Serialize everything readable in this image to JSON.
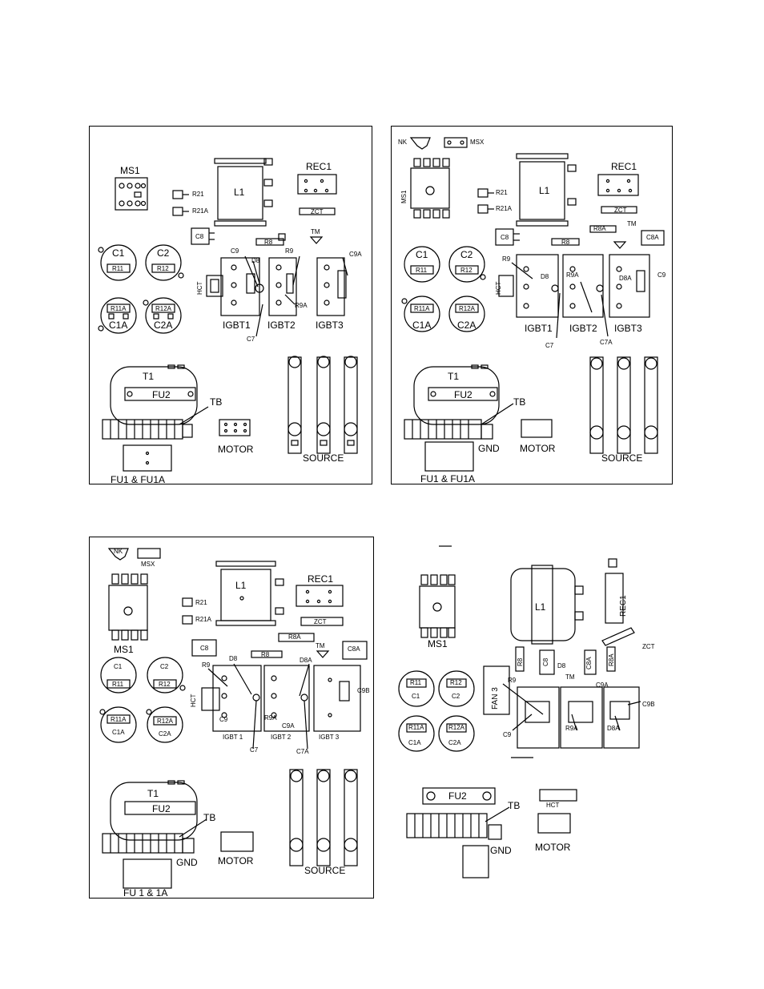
{
  "panel1": {
    "labels": {
      "ms1": "MS1",
      "l1": "L1",
      "rec1": "REC1",
      "zct": "ZCT",
      "r21": "R21",
      "r21a": "R21A",
      "c8": "C8",
      "r8": "R8",
      "tm": "TM",
      "c1": "C1",
      "c2": "C2",
      "r11": "R11",
      "r12": "R12",
      "c1a": "C1A",
      "c2a": "C2A",
      "r11a": "R11A",
      "r12a": "R12A",
      "c9": "C9",
      "d8": "D8",
      "r9": "R9",
      "c9a": "C9A",
      "r9a": "R9A",
      "c7": "C7",
      "hct": "HCT",
      "igbt1": "IGBT1",
      "igbt2": "IGBT2",
      "igbt3": "IGBT3",
      "t1": "T1",
      "fu2": "FU2",
      "tb": "TB",
      "motor": "MOTOR",
      "source": "SOURCE",
      "fu1": "FU1 & FU1A"
    }
  },
  "panel2": {
    "labels": {
      "nk": "NK",
      "msx": "MSX",
      "ms1": "MS1",
      "l1": "L1",
      "rec1": "REC1",
      "zct": "ZCT",
      "r21": "R21",
      "r21a": "R21A",
      "c8": "C8",
      "r8": "R8",
      "r8a": "R8A",
      "tm": "TM",
      "c8a": "C8A",
      "c1": "C1",
      "c2": "C2",
      "r11": "R11",
      "r12": "R12",
      "c1a": "C1A",
      "c2a": "C2A",
      "r11a": "R11A",
      "r12a": "R12A",
      "r9": "R9",
      "d8": "D8",
      "r9a": "R9A",
      "d8a": "D8A",
      "c9": "C9",
      "hct": "HCT",
      "igbt1": "IGBT1",
      "igbt2": "IGBT2",
      "igbt3": "IGBT3",
      "c7": "C7",
      "c7a": "C7A",
      "t1": "T1",
      "fu2": "FU2",
      "tb": "TB",
      "gnd": "GND",
      "motor": "MOTOR",
      "source": "SOURCE",
      "fu1": "FU1 & FU1A"
    }
  },
  "panel3": {
    "labels": {
      "nk": "NK",
      "msx": "MSX",
      "ms1": "MS1",
      "l1": "L1",
      "rec1": "REC1",
      "zct": "ZCT",
      "r21": "R21",
      "r21a": "R21A",
      "c8": "C8",
      "r8": "R8",
      "r8a": "R8A",
      "tm": "TM",
      "c8a": "C8A",
      "c1": "C1",
      "c2": "C2",
      "r11": "R11",
      "r12": "R12",
      "c1a": "C1A",
      "c2a": "C2A",
      "r11a": "R11A",
      "r12a": "R12A",
      "r9": "R9",
      "d8": "D8",
      "d8a": "D8A",
      "c9b": "C9B",
      "hct": "HCT",
      "c9": "C9",
      "r9a": "R9A",
      "c9a": "C9A",
      "c7": "C7",
      "c7a": "C7A",
      "igbt1": "IGBT 1",
      "igbt2": "IGBT 2",
      "igbt3": "IGBT 3",
      "t1": "T1",
      "fu2": "FU2",
      "tb": "TB",
      "gnd": "GND",
      "motor": "MOTOR",
      "source": "SOURCE",
      "fu1": "FU 1 & 1A"
    }
  },
  "panel4": {
    "labels": {
      "ms1": "MS1",
      "l1": "L1",
      "rec1": "REC1",
      "zct": "ZCT",
      "r8": "R8",
      "c8": "C8",
      "d8": "D8",
      "tm": "TM",
      "c8a": "C8A",
      "r8a": "R8A",
      "r9": "R9",
      "c9a": "C9A",
      "c9b": "C9B",
      "c9": "C9",
      "r9a": "R9A",
      "d8a": "D8A",
      "fan3": "FAN 3",
      "r11": "R11",
      "r12": "R12",
      "c1": "C1",
      "c2": "C2",
      "r11a": "R11A",
      "r12a": "R12A",
      "c1a": "C1A",
      "c2a": "C2A",
      "fu2": "FU2",
      "tb": "TB",
      "hct": "HCT",
      "gnd": "GND",
      "motor": "MOTOR"
    }
  }
}
